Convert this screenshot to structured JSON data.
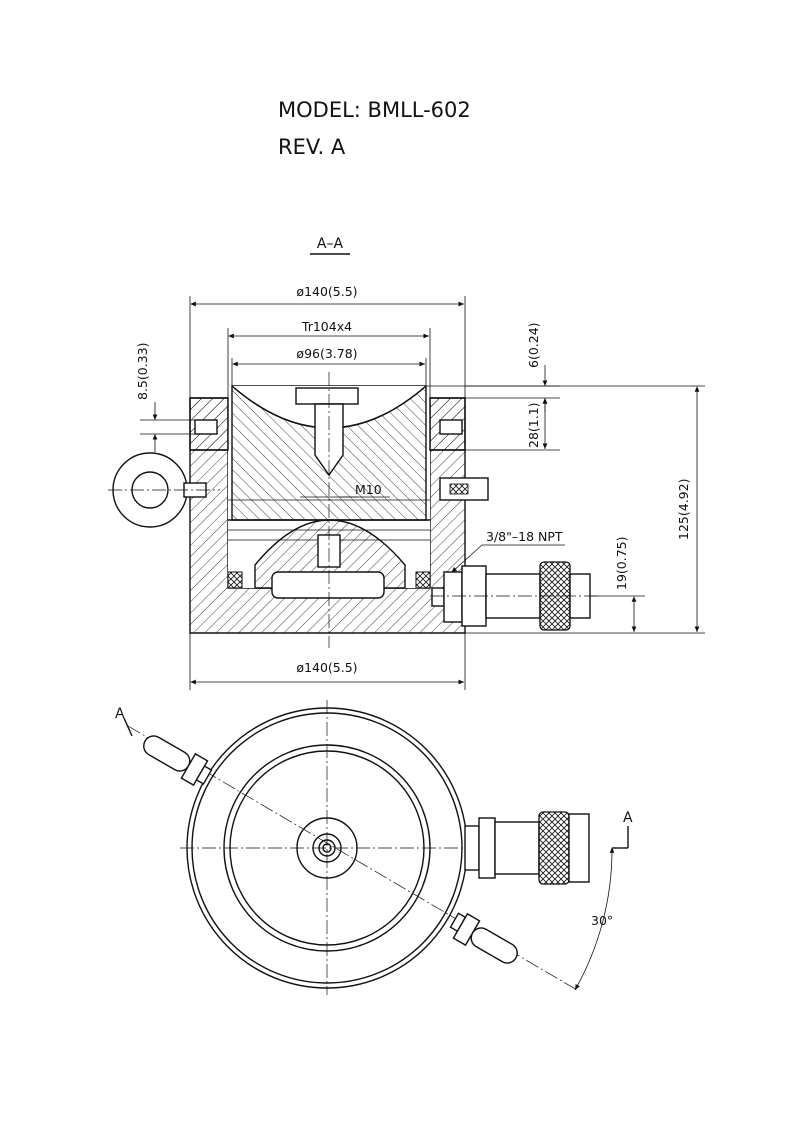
{
  "header": {
    "model": "MODEL: BMLL-602",
    "rev": "REV. A"
  },
  "section": {
    "title": "A–A",
    "dims": {
      "top_dia": "ø140(5.5)",
      "thread": "Tr104x4",
      "saddle_dia": "ø96(3.78)",
      "bottom_dia": "ø140(5.5)",
      "stroke": "6(0.24)",
      "side_left": "8.5(0.33)",
      "collar": "28(1.1)",
      "height": "125(4.92)",
      "port_height": "19(0.75)",
      "screw": "M10",
      "port": "3/8\"–18 NPT"
    }
  },
  "plan": {
    "cut_mark_left": "A",
    "cut_mark_right": "A",
    "angle": "30°"
  }
}
